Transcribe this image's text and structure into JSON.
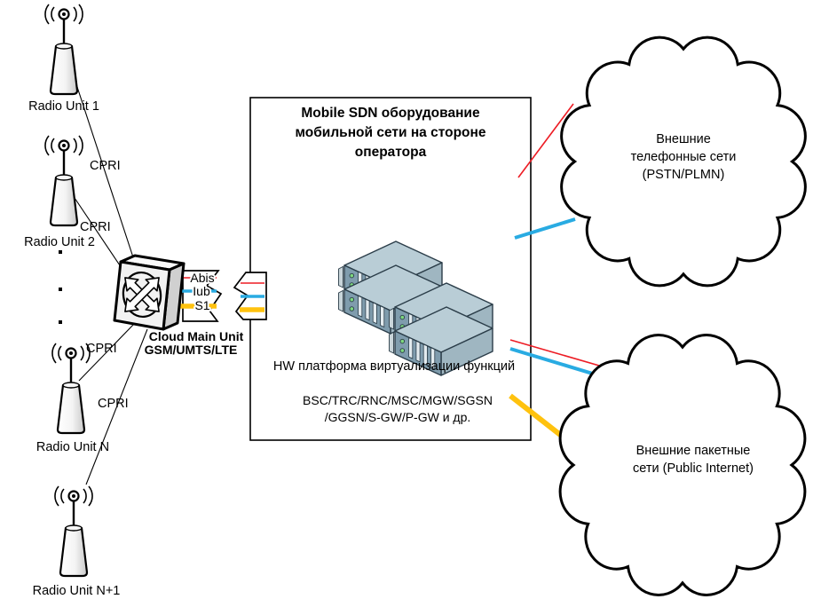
{
  "radio_units": {
    "u1": "Radio Unit 1",
    "u2": "Radio Unit 2",
    "uN": "Radio Unit N",
    "uN1": "Radio Unit N+1"
  },
  "links": {
    "cpri": "CPRI"
  },
  "main_unit": {
    "title": "Cloud Main Unit",
    "subtitle": "GSM/UMTS/LTE"
  },
  "interfaces": [
    {
      "label": "Abis",
      "color": "#ED1C24"
    },
    {
      "label": "Iub",
      "color": "#29ABE2"
    },
    {
      "label": "S1",
      "color": "#FFC20E"
    }
  ],
  "sdn_box": {
    "title_lines": [
      "Mobile SDN оборудование",
      "мобильной сети на стороне",
      "оператора"
    ],
    "hw_caption": "HW платформа виртуализации функций",
    "functions_lines": [
      "BSC/TRC/RNC/MSC/MGW/SGSN",
      "/GGSN/S-GW/P-GW  и др."
    ]
  },
  "clouds": {
    "pstn": {
      "lines": [
        "Внешние",
        "телефонные сети",
        "(PSTN/PLMN)"
      ]
    },
    "internet": {
      "lines": [
        "Внешние пакетные",
        "сети (Public Internet)"
      ]
    }
  }
}
